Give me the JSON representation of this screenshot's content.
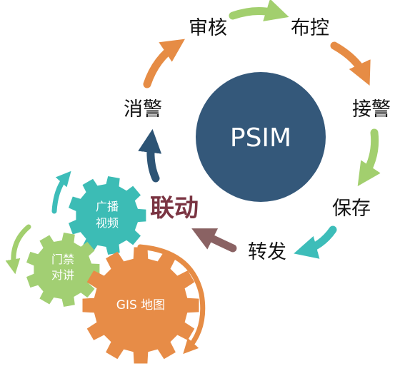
{
  "center": {
    "label": "PSIM"
  },
  "cycle": {
    "review": "审核",
    "deploy": "布控",
    "receive_alarm": "接警",
    "preserve": "保存",
    "forward": "转发",
    "clear_alarm": "消警"
  },
  "linkage": {
    "label": "联动"
  },
  "gears": {
    "broadcast": {
      "line1": "广播",
      "line2": "视频"
    },
    "access": {
      "line1": "门禁",
      "line2": "对讲"
    },
    "gis": {
      "label": "GIS 地图"
    }
  },
  "colors": {
    "center_circle": "#34587a",
    "arrow_orange": "#e68c45",
    "arrow_green": "#a2cf6e",
    "arrow_teal": "#3dbdb9",
    "arrow_maroon": "#8a6263",
    "arrow_navy": "#2d5475",
    "gear_teal": "#3cbcb5",
    "gear_green": "#a2cf73",
    "gear_orange": "#e78c47"
  }
}
